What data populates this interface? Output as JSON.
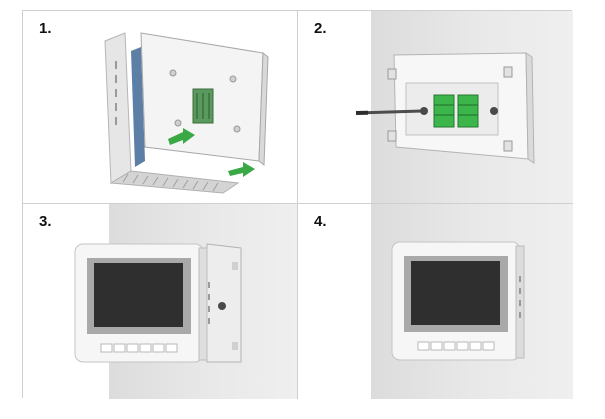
{
  "steps": [
    {
      "label": "1."
    },
    {
      "label": "2."
    },
    {
      "label": "3."
    },
    {
      "label": "4."
    }
  ],
  "icons": {
    "arrow_color": "#3aa845",
    "terminal_color": "#3cb54a",
    "screen_color": "#2f2f2f"
  }
}
